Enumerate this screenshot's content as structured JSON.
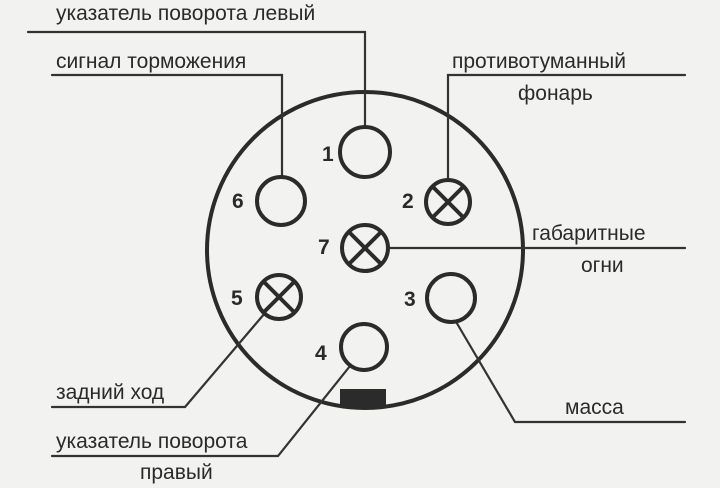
{
  "labels": {
    "turn_left": "указатель поворота левый",
    "brake": "сигнал торможения",
    "fog_line1": "противотуманный",
    "fog_line2": "фонарь",
    "side_line1": "габаритные",
    "side_line2": "огни",
    "reverse": "задний ход",
    "ground": "масса",
    "turn_right_line1": "указатель поворота",
    "turn_right_line2": "правый"
  },
  "pins": [
    {
      "id": "1",
      "label": "1",
      "lamp": false
    },
    {
      "id": "2",
      "label": "2",
      "lamp": true
    },
    {
      "id": "3",
      "label": "3",
      "lamp": false
    },
    {
      "id": "4",
      "label": "4",
      "lamp": false
    },
    {
      "id": "5",
      "label": "5",
      "lamp": true
    },
    {
      "id": "6",
      "label": "6",
      "lamp": false
    },
    {
      "id": "7",
      "label": "7",
      "lamp": true
    }
  ]
}
